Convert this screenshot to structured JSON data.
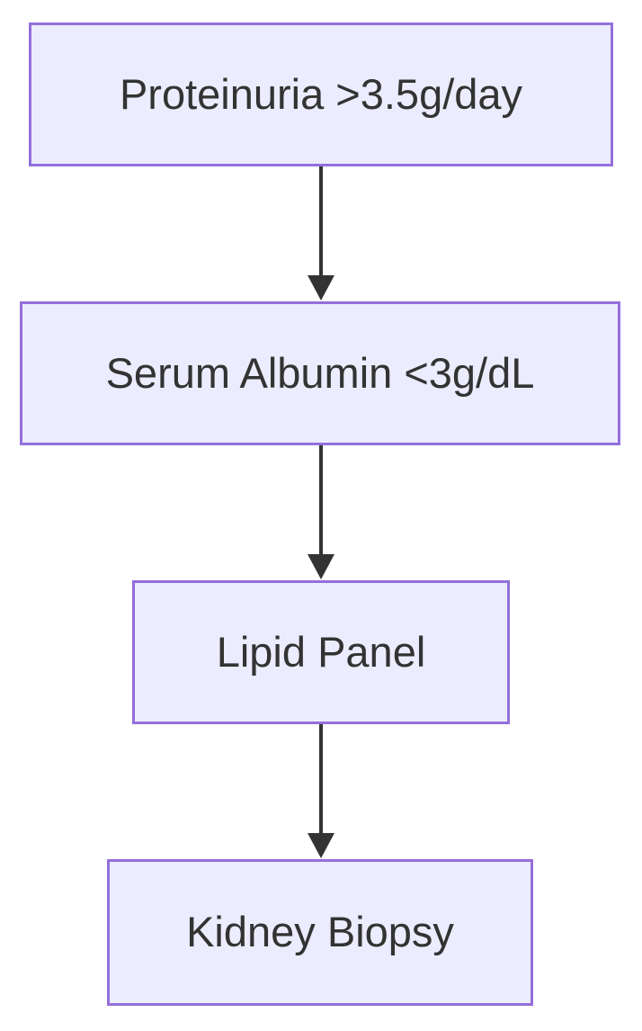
{
  "diagram": {
    "type": "flowchart",
    "direction": "top-to-bottom",
    "nodes": [
      {
        "id": "node-1",
        "label": "Proteinuria >3.5g/day"
      },
      {
        "id": "node-2",
        "label": "Serum Albumin <3g/dL"
      },
      {
        "id": "node-3",
        "label": "Lipid Panel"
      },
      {
        "id": "node-4",
        "label": "Kidney Biopsy"
      }
    ],
    "edges": [
      {
        "from": "node-1",
        "to": "node-2"
      },
      {
        "from": "node-2",
        "to": "node-3"
      },
      {
        "from": "node-3",
        "to": "node-4"
      }
    ],
    "colors": {
      "node_fill": "#ECECFF",
      "node_border": "#9370DB",
      "text": "#333333",
      "arrow": "#333333",
      "background": "#FFFFFF"
    }
  }
}
